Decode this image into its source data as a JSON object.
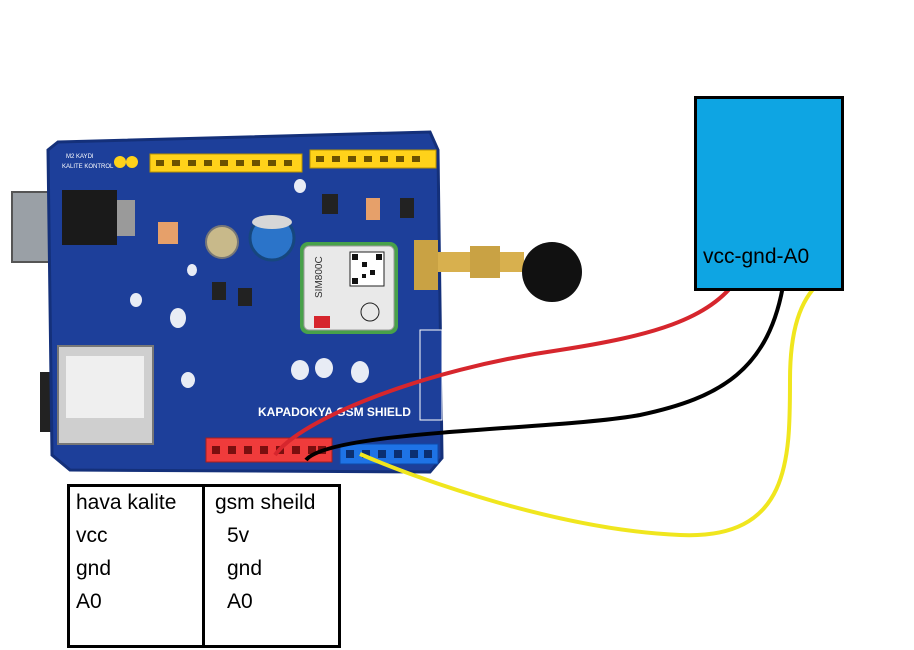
{
  "sensor": {
    "pin_label": "vcc-gnd-A0",
    "color": "#0ea5e3"
  },
  "shield": {
    "brand_text": "KAPADOKYA GSM SHIELD",
    "module_text": "SIM800C",
    "silk_left_top": "M2 KAYDI",
    "silk_left_sub": "KALITE KONTROL",
    "board_color": "#1d3f9a"
  },
  "wires": {
    "vcc_color": "#d6262d",
    "gnd_color": "#000000",
    "a0_color": "#f0e61e"
  },
  "pin_table": {
    "headers": [
      "hava kalite",
      "gsm sheild"
    ],
    "rows": [
      [
        "vcc",
        "5v"
      ],
      [
        "gnd",
        "gnd"
      ],
      [
        "A0",
        "A0"
      ]
    ]
  }
}
